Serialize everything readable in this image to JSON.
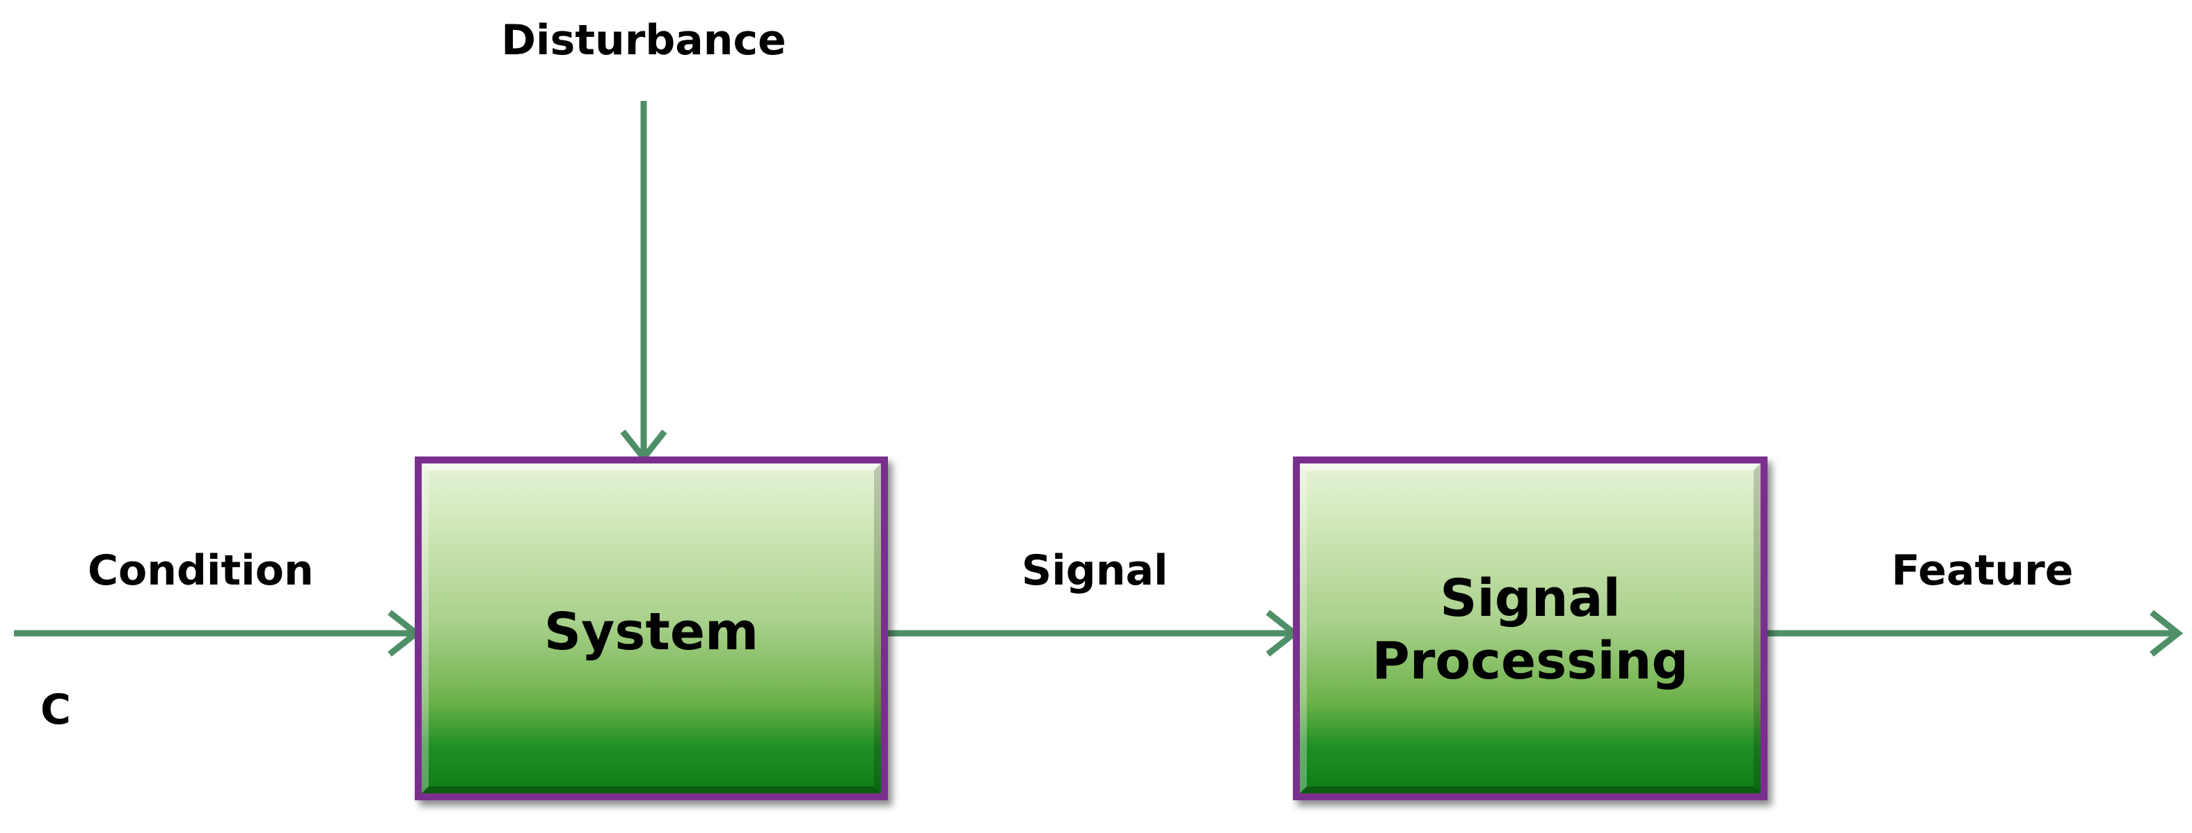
{
  "labels": {
    "disturbance": "Disturbance",
    "condition": "Condition",
    "condition_symbol": "C",
    "signal": "Signal",
    "feature": "Feature"
  },
  "blocks": {
    "system": "System",
    "signal_processing_line1": "Signal",
    "signal_processing_line2": "Processing"
  },
  "colors": {
    "arrow": "#4f8f68",
    "block_border": "#7a2f8f"
  }
}
